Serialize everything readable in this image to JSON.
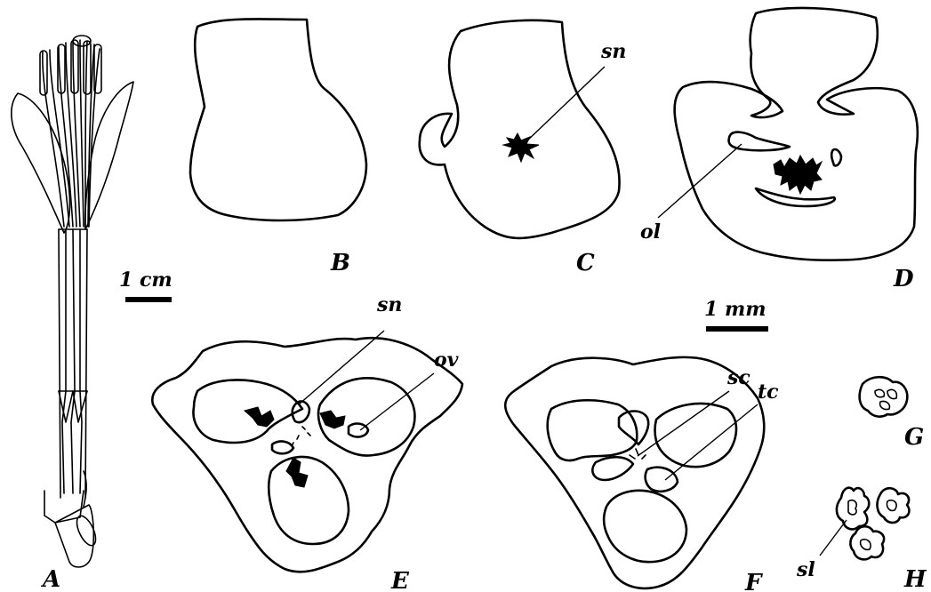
{
  "panels": {
    "A": "A",
    "B": "B",
    "C": "C",
    "D": "D",
    "E": "E",
    "F": "F",
    "G": "G",
    "H": "H"
  },
  "labels": {
    "sn_c": "sn",
    "ol": "ol",
    "sn_e": "sn",
    "ov": "ov",
    "sc": "sc",
    "tc": "tc",
    "sl": "sl"
  },
  "scales": {
    "cm": "1 cm",
    "mm": "1 mm"
  }
}
